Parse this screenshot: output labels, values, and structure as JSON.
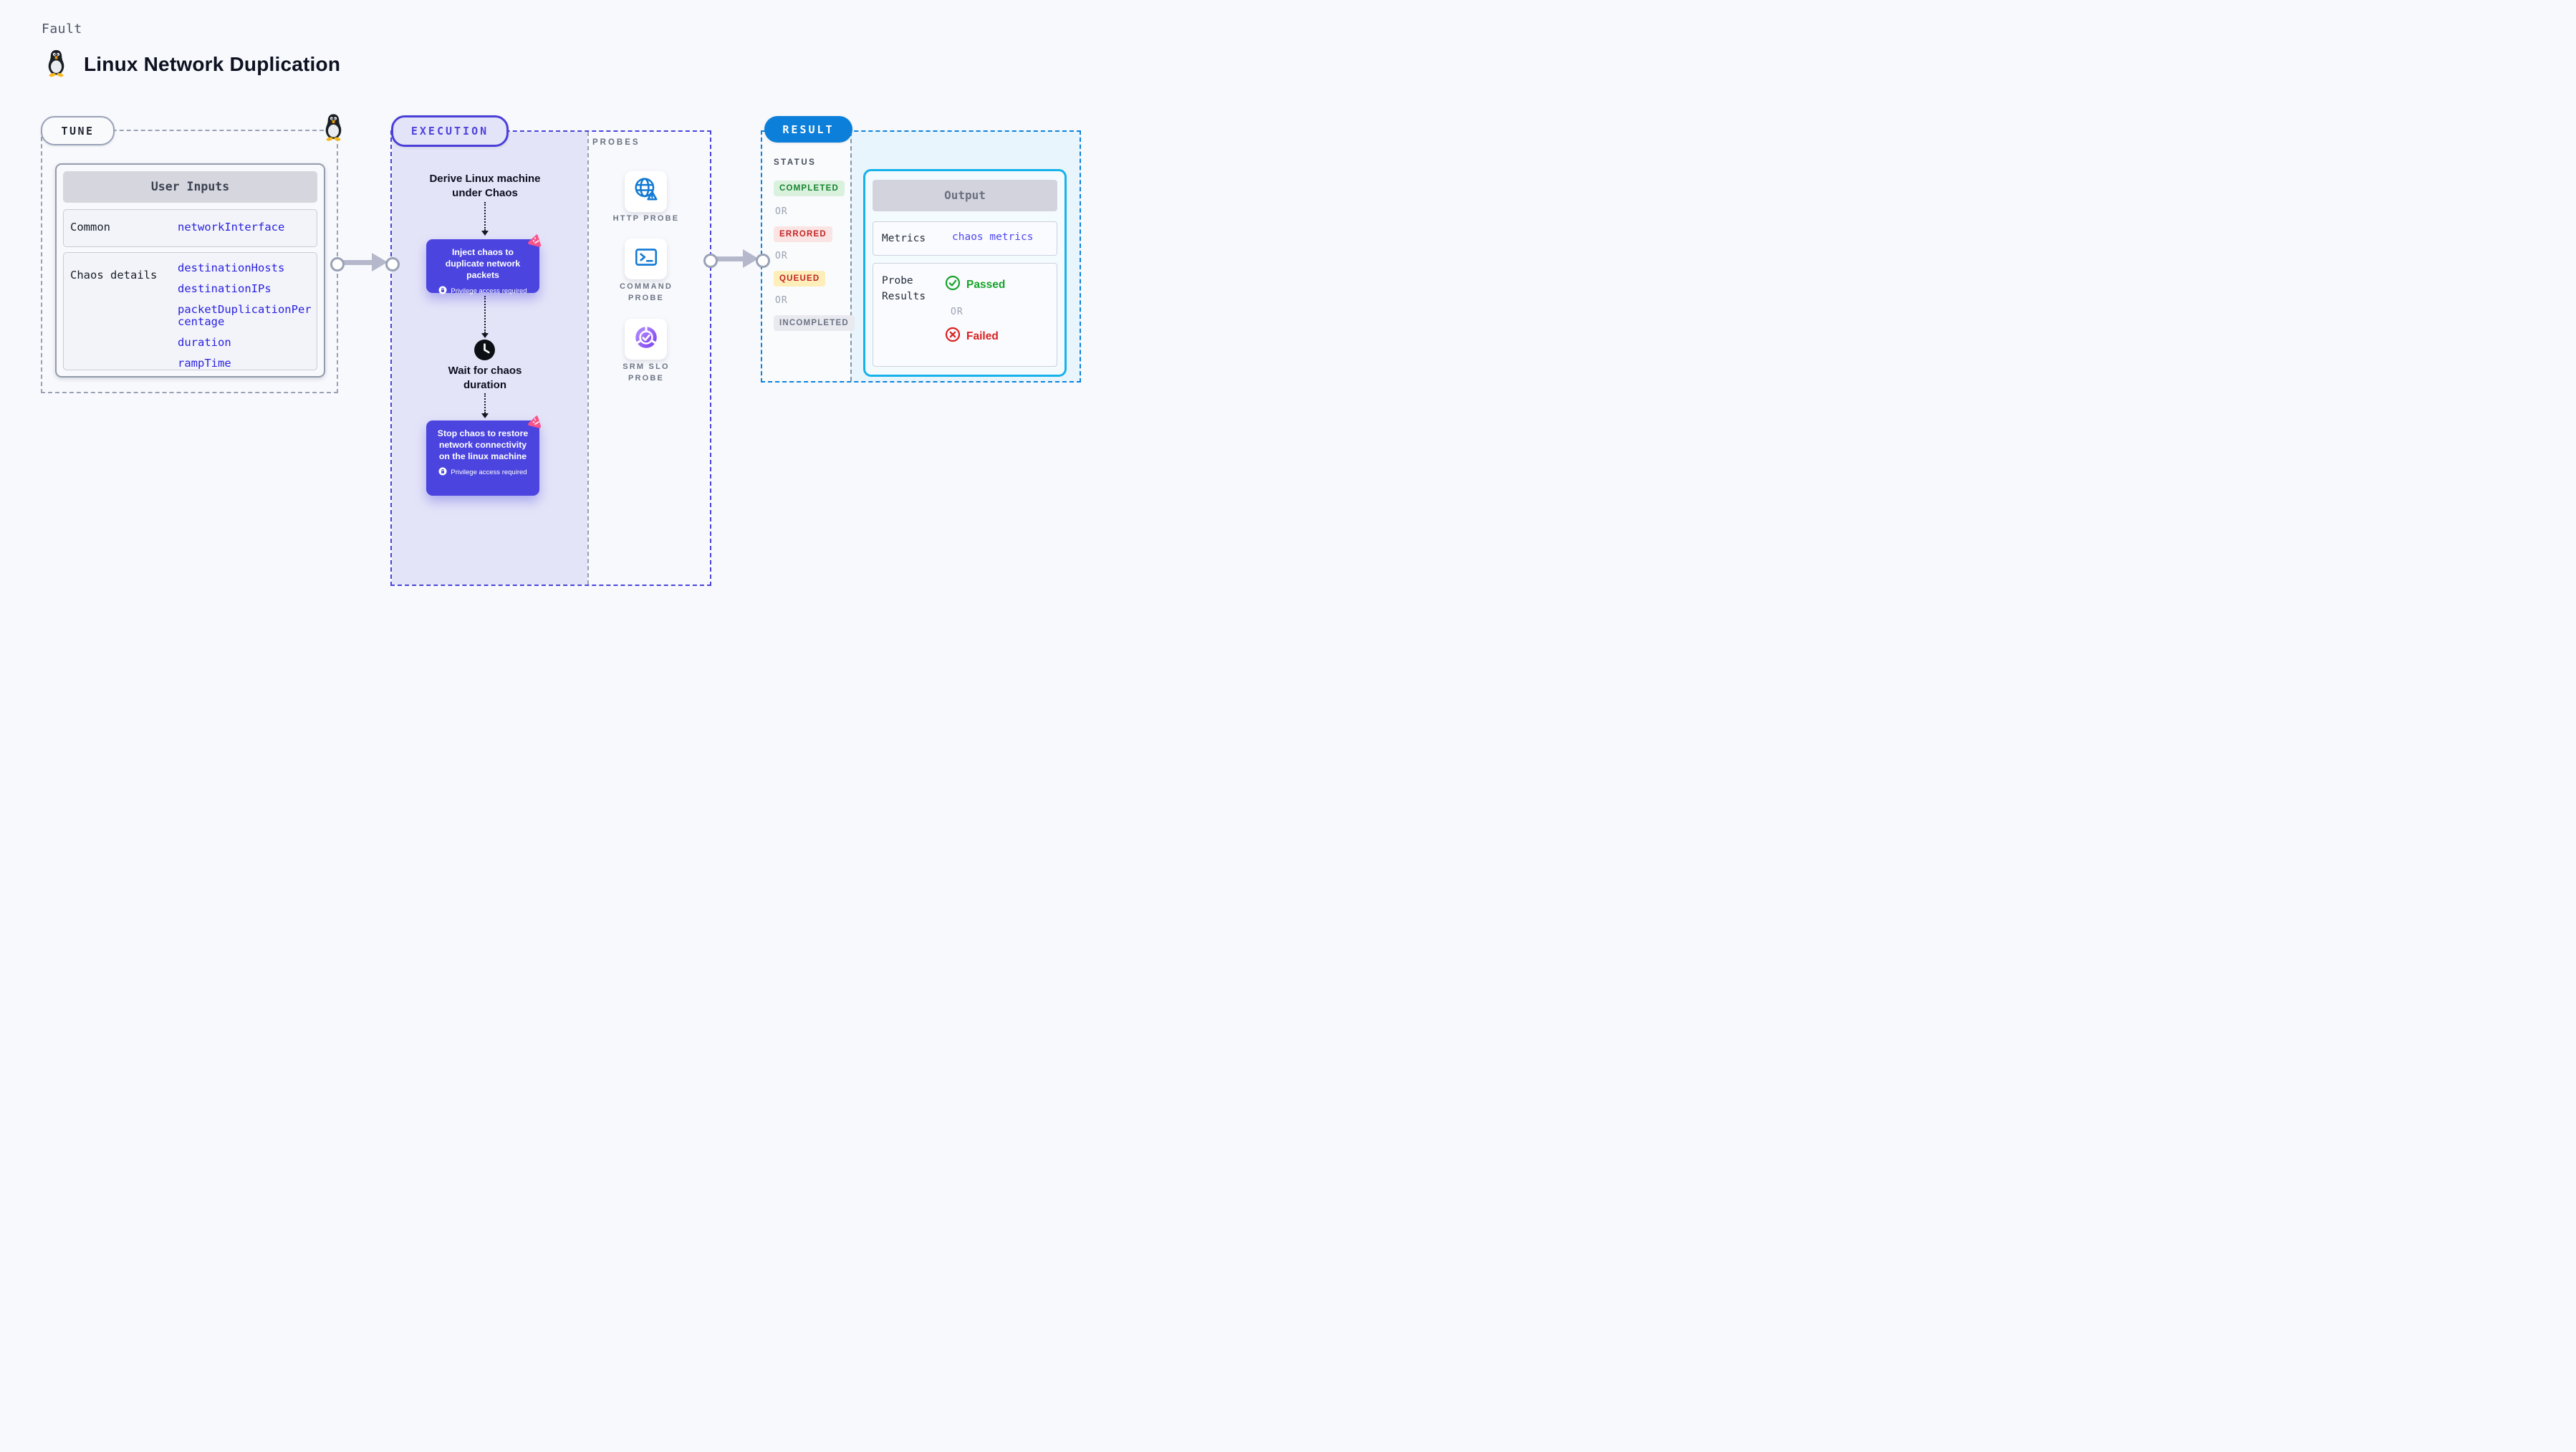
{
  "header": {
    "eyebrow": "Fault",
    "title": "Linux Network Duplication",
    "icon": "tux-penguin-icon"
  },
  "tune": {
    "badge": "TUNE",
    "corner_icon": "tux-penguin-icon",
    "table": {
      "header": "User Inputs",
      "rows": [
        {
          "label": "Common",
          "values": [
            "networkInterface"
          ]
        },
        {
          "label": "Chaos details",
          "values": [
            "destinationHosts",
            "destinationIPs",
            "packetDuplicationPercentage",
            "duration",
            "rampTime"
          ]
        }
      ]
    }
  },
  "execution": {
    "badge": "EXECUTION",
    "derive": "Derive Linux machine under Chaos",
    "inject": {
      "title": "Inject chaos to duplicate network packets",
      "note": "Privilege access required",
      "icon": "chaos-pink-icon"
    },
    "wait": "Wait for chaos duration",
    "wait_icon": "clock-icon",
    "stop": {
      "title": "Stop chaos to restore network connectivity on the linux machine",
      "note": "Privilege access required",
      "icon": "chaos-pink-icon"
    }
  },
  "probes": {
    "label": "PROBES",
    "items": [
      {
        "name": "HTTP PROBE",
        "icon": "globe-warning-icon"
      },
      {
        "name": "COMMAND PROBE",
        "icon": "terminal-icon"
      },
      {
        "name": "SRM SLO PROBE",
        "icon": "slo-pie-check-icon"
      }
    ]
  },
  "result": {
    "badge": "RESULT",
    "status_label": "STATUS",
    "or_label": "OR",
    "statuses": [
      {
        "label": "COMPLETED",
        "fg": "#15842e",
        "bg": "#daf1de"
      },
      {
        "label": "ERRORED",
        "fg": "#c32424",
        "bg": "#fbe4e4"
      },
      {
        "label": "QUEUED",
        "fg": "#c32424",
        "bg": "#fdeeba"
      },
      {
        "label": "INCOMPLETED",
        "fg": "#6b7383",
        "bg": "#e9e9f0"
      }
    ],
    "output": {
      "header": "Output",
      "metrics_label": "Metrics",
      "metrics_value": "chaos metrics",
      "probe_label": "Probe Results",
      "passed": "Passed",
      "or": "OR",
      "failed": "Failed",
      "passed_icon": "check-circle-icon",
      "failed_icon": "x-circle-icon"
    }
  },
  "colors": {
    "page_bg": "#f8f9fd",
    "lavender_bg": "#e4e4f8",
    "execution_border": "#4a43da",
    "chaos_step_bg": "#4b44de",
    "tune_border": "#99a1b4",
    "result_border": "#0e81da",
    "result_pill_bg": "#0b7fd9",
    "output_border": "#16b2ea",
    "result_bg": "#e8f5fd",
    "link_blue": "#2a21e0",
    "metrics_indigo": "#4e46f2",
    "passed_green": "#15a32a",
    "failed_red": "#da2121",
    "arrow_gray": "#b5b8ca",
    "chaos_pink": "#f9548a",
    "probe_blue": "#1179d3",
    "slo_purple": "#8b53f2"
  }
}
